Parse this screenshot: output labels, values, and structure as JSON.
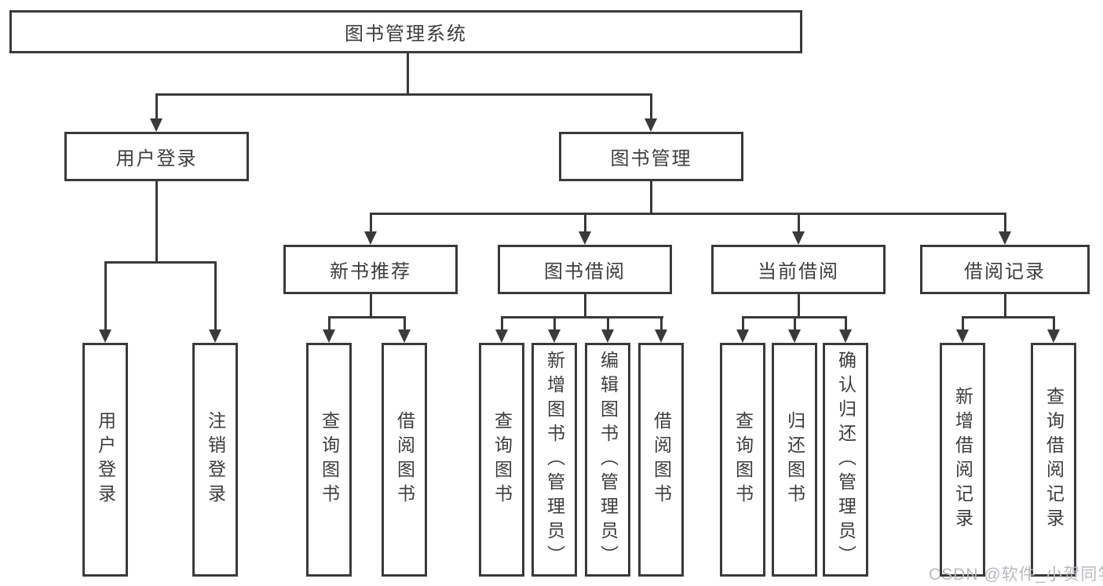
{
  "diagram": {
    "root": {
      "label": "图书管理系统"
    },
    "branches": {
      "user_login": {
        "label": "用户登录",
        "children": [
          "用户登录",
          "注销登录"
        ]
      },
      "book_management": {
        "label": "图书管理",
        "children": {
          "new_book_recommend": {
            "label": "新书推荐",
            "children": [
              "查询图书",
              "借阅图书"
            ]
          },
          "book_borrow": {
            "label": "图书借阅",
            "children": [
              "查询图书",
              "新增图书（管理员）",
              "编辑图书（管理员）",
              "借阅图书"
            ]
          },
          "current_borrow": {
            "label": "当前借阅",
            "children": [
              "查询图书",
              "归还图书",
              "确认归还（管理员）"
            ]
          },
          "borrow_records": {
            "label": "借阅记录",
            "children": [
              "新增借阅记录",
              "查询借阅记录"
            ]
          }
        }
      }
    },
    "colors": {
      "line": "#3a3a3a",
      "text": "#3d3d3d",
      "background": "#ffffff",
      "watermark": "#b6bac1"
    },
    "watermark": "CSDN @软件_小贺同学"
  }
}
